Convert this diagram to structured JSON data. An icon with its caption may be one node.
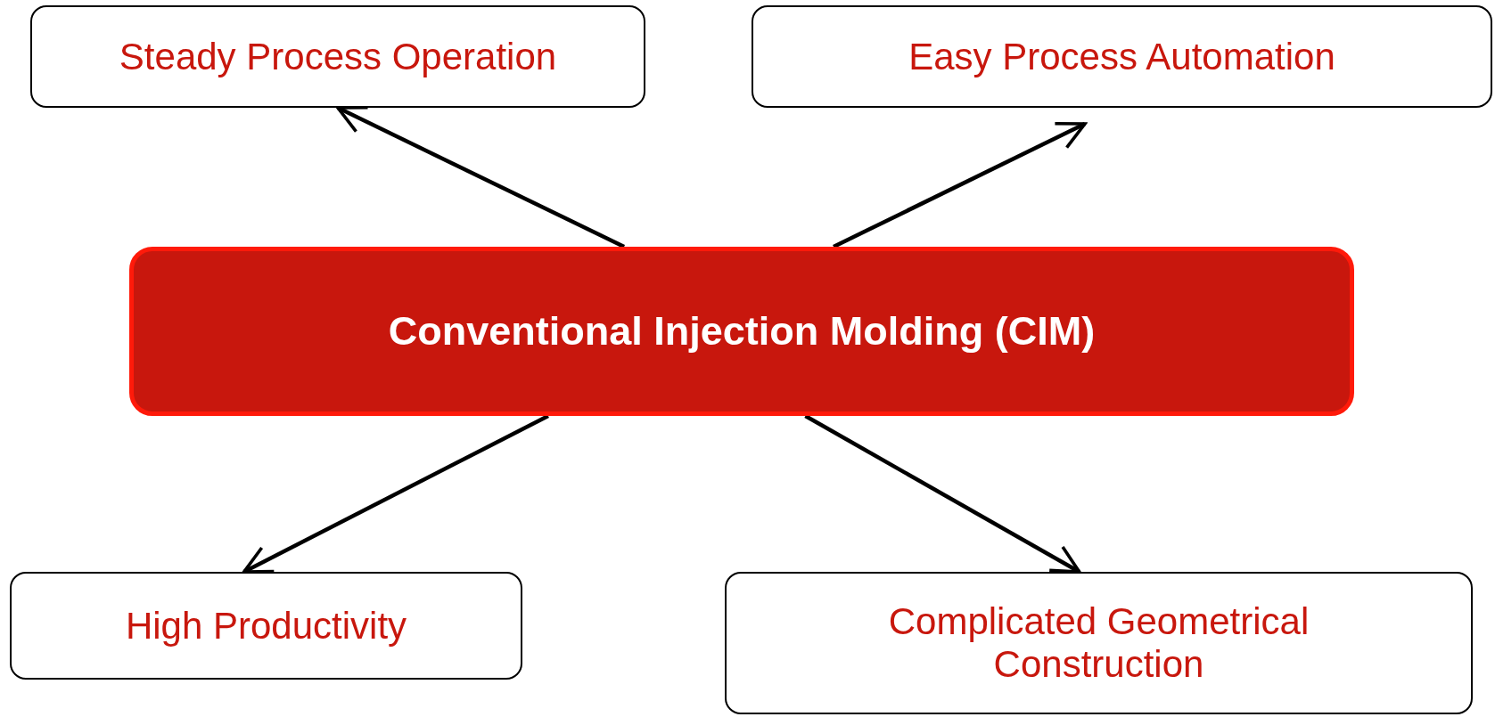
{
  "diagram": {
    "nodes": [
      {
        "text": [
          "Conventional Injection Molding (CIM)"
        ]
      },
      {
        "text": [
          "Steady Process Operation"
        ]
      },
      {
        "text": [
          "Easy Process Automation"
        ]
      },
      {
        "text": [
          "High Productivity"
        ]
      },
      {
        "text": [
          "Complicated Geometrical Construction"
        ]
      }
    ],
    "edges": [
      {
        "from": 0,
        "to": 1,
        "arrow": "to"
      },
      {
        "from": 0,
        "to": 2,
        "arrow": "to"
      },
      {
        "from": 0,
        "to": 3,
        "arrow": "to"
      },
      {
        "from": 0,
        "to": 4,
        "arrow": "to"
      }
    ]
  }
}
